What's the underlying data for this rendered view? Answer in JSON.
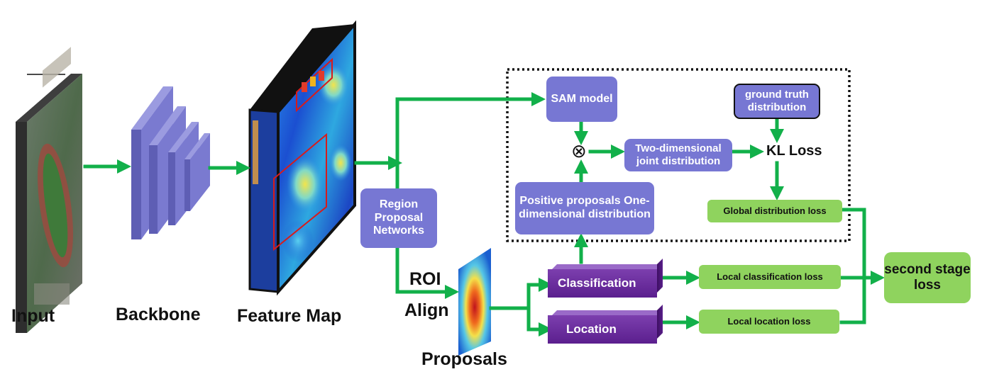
{
  "colors": {
    "arrow": "#12b04a",
    "purple_box": "#7777d3",
    "green_box": "#8fd35e",
    "bar_purple": "#6a2a9e"
  },
  "labels": {
    "input": "Input",
    "backbone": "Backbone",
    "feature_map": "Feature Map",
    "roi_align_1": "ROI",
    "roi_align_2": "Align",
    "proposals": "Proposals"
  },
  "boxes": {
    "rpn": "Region Proposal Networks",
    "sam": "SAM model",
    "positive": "Positive proposals One-dimensional distribution",
    "two_dim": "Two-dimensional joint distribution",
    "ground_truth": "ground truth distribution",
    "kl_loss": "KL Loss",
    "global_loss": "Global distribution loss",
    "classification": "Classification",
    "location": "Location",
    "local_cls_loss": "Local classification loss",
    "local_loc_loss": "Local location loss",
    "second_stage": "second stage loss"
  },
  "symbols": {
    "multiply": "⊗"
  }
}
